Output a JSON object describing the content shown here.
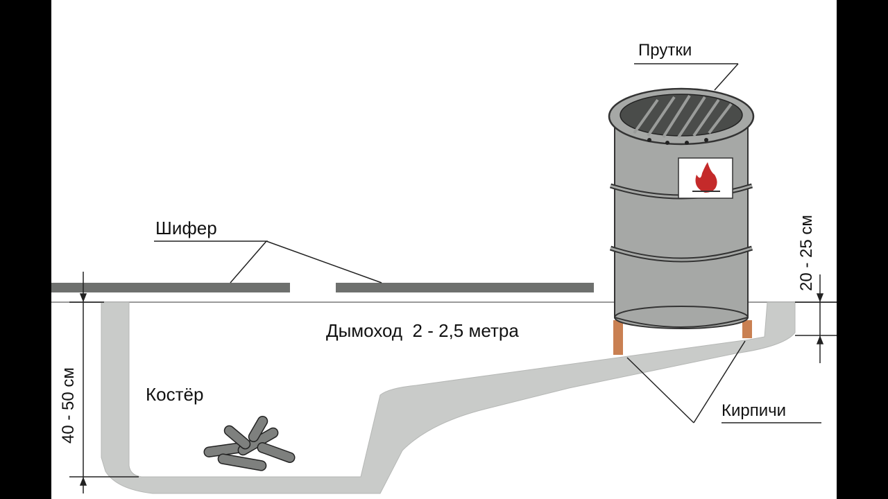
{
  "labels": {
    "rods": "Прутки",
    "slate": "Шифер",
    "chimney": "Дымоход  2 - 2,5 метра",
    "fire": "Костёр",
    "bricks": "Кирпичи",
    "depth": "40 - 50 см",
    "height": "20 - 25 см"
  },
  "colors": {
    "background": "#ffffff",
    "letterbox": "#000000",
    "trench": "#c9cbc9",
    "barrel": "#a6a8a6",
    "slate": "#6e706e",
    "brick": "#c98052",
    "line": "#222222"
  },
  "icons": {
    "flame_sticker": "flame-icon",
    "firewood": "firewood-icon"
  }
}
